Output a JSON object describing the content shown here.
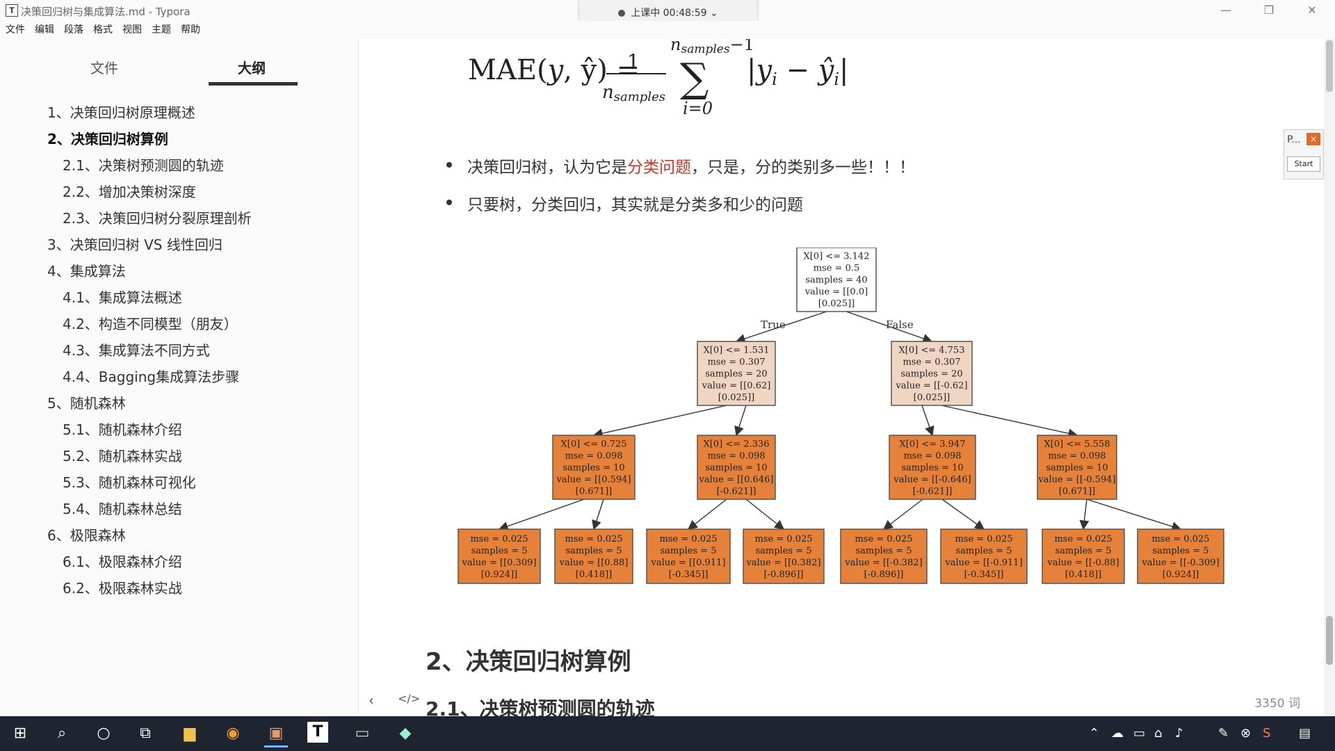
{
  "window": {
    "title": "决策回归树与集成算法.md - Typora",
    "app_icon": "T",
    "recording": "上课中 00:48:59"
  },
  "menu": [
    "文件",
    "编辑",
    "段落",
    "格式",
    "视图",
    "主题",
    "帮助"
  ],
  "sidebar": {
    "tabs": [
      {
        "label": "文件",
        "active": false
      },
      {
        "label": "大纲",
        "active": true
      }
    ],
    "outline": [
      {
        "label": "1、决策回归树原理概述",
        "level": 1,
        "bold": false
      },
      {
        "label": "2、决策回归树算例",
        "level": 1,
        "bold": true
      },
      {
        "label": "2.1、决策树预测圆的轨迹",
        "level": 2,
        "bold": false
      },
      {
        "label": "2.2、增加决策树深度",
        "level": 2,
        "bold": false
      },
      {
        "label": "2.3、决策回归树分裂原理剖析",
        "level": 2,
        "bold": false
      },
      {
        "label": "3、决策回归树 VS 线性回归",
        "level": 1,
        "bold": false
      },
      {
        "label": "4、集成算法",
        "level": 1,
        "bold": false
      },
      {
        "label": "4.1、集成算法概述",
        "level": 2,
        "bold": false
      },
      {
        "label": "4.2、构造不同模型（朋友）",
        "level": 2,
        "bold": false
      },
      {
        "label": "4.3、集成算法不同方式",
        "level": 2,
        "bold": false
      },
      {
        "label": "4.4、Bagging集成算法步骤",
        "level": 2,
        "bold": false
      },
      {
        "label": "5、随机森林",
        "level": 1,
        "bold": false
      },
      {
        "label": "5.1、随机森林介绍",
        "level": 2,
        "bold": false
      },
      {
        "label": "5.2、随机森林实战",
        "level": 2,
        "bold": false
      },
      {
        "label": "5.3、随机森林可视化",
        "level": 2,
        "bold": false
      },
      {
        "label": "5.4、随机森林总结",
        "level": 2,
        "bold": false
      },
      {
        "label": "6、极限森林",
        "level": 1,
        "bold": false
      },
      {
        "label": "6.1、极限森林介绍",
        "level": 2,
        "bold": false
      },
      {
        "label": "6.2、极限森林实战",
        "level": 2,
        "bold": false
      }
    ]
  },
  "formula": {
    "lhs": "MAE(𝑦, ŷ) =",
    "numerator": "1",
    "denominator": "n",
    "den_sub": "samples",
    "sum_top": "n",
    "sum_top_sub": "samples",
    "sum_top_tail": "−1",
    "sum_symbol": "∑",
    "sum_bottom": "i=0",
    "rhs": "|y",
    "rhs_sub": "i",
    "rhs_mid": " − ŷ",
    "rhs_sub2": "i",
    "rhs_end": "|"
  },
  "bullets": [
    {
      "pre": "决策回归树，认为它是",
      "highlight": "分类问题",
      "post": "，只是，分的类别多一些！！！"
    },
    {
      "pre": "只要树，分类回归，其实就是分类多和少的问题",
      "highlight": "",
      "post": ""
    }
  ],
  "tree": {
    "edge_labels": {
      "left": "True",
      "right": "False"
    },
    "colors": {
      "root": "#ffffff",
      "level1": "#f1d5c3",
      "leaf": "#e58139",
      "border": "#555555"
    },
    "nodes": [
      {
        "id": "root",
        "lines": [
          "X[0] <= 3.142",
          "mse = 0.5",
          "samples = 40",
          "value = [[0.0]",
          "[0.025]]"
        ]
      },
      {
        "id": "l",
        "lines": [
          "X[0] <= 1.531",
          "mse = 0.307",
          "samples = 20",
          "value = [[0.62]",
          "[0.025]]"
        ]
      },
      {
        "id": "r",
        "lines": [
          "X[0] <= 4.753",
          "mse = 0.307",
          "samples = 20",
          "value = [[-0.62]",
          "[0.025]]"
        ]
      },
      {
        "id": "ll",
        "lines": [
          "X[0] <= 0.725",
          "mse = 0.098",
          "samples = 10",
          "value = [[0.594]",
          "[0.671]]"
        ]
      },
      {
        "id": "lr",
        "lines": [
          "X[0] <= 2.336",
          "mse = 0.098",
          "samples = 10",
          "value = [[0.646]",
          "[-0.621]]"
        ]
      },
      {
        "id": "rl",
        "lines": [
          "X[0] <= 3.947",
          "mse = 0.098",
          "samples = 10",
          "value = [[-0.646]",
          "[-0.621]]"
        ]
      },
      {
        "id": "rr",
        "lines": [
          "X[0] <= 5.558",
          "mse = 0.098",
          "samples = 10",
          "value = [[-0.594]",
          "[0.671]]"
        ]
      },
      {
        "id": "a",
        "lines": [
          "mse = 0.025",
          "samples = 5",
          "value = [[0.309]",
          "[0.924]]"
        ]
      },
      {
        "id": "b",
        "lines": [
          "mse = 0.025",
          "samples = 5",
          "value = [[0.88]",
          "[0.418]]"
        ]
      },
      {
        "id": "c",
        "lines": [
          "mse = 0.025",
          "samples = 5",
          "value = [[0.911]",
          "[-0.345]]"
        ]
      },
      {
        "id": "d",
        "lines": [
          "mse = 0.025",
          "samples = 5",
          "value = [[0.382]",
          "[-0.896]]"
        ]
      },
      {
        "id": "e",
        "lines": [
          "mse = 0.025",
          "samples = 5",
          "value = [[-0.382]",
          "[-0.896]]"
        ]
      },
      {
        "id": "f",
        "lines": [
          "mse = 0.025",
          "samples = 5",
          "value = [[-0.911]",
          "[-0.345]]"
        ]
      },
      {
        "id": "g",
        "lines": [
          "mse = 0.025",
          "samples = 5",
          "value = [[-0.88]",
          "[0.418]]"
        ]
      },
      {
        "id": "h",
        "lines": [
          "mse = 0.025",
          "samples = 5",
          "value = [[-0.309]",
          "[0.924]]"
        ]
      }
    ],
    "edges": [
      [
        "root",
        "l"
      ],
      [
        "root",
        "r"
      ],
      [
        "l",
        "ll"
      ],
      [
        "l",
        "lr"
      ],
      [
        "r",
        "rl"
      ],
      [
        "r",
        "rr"
      ],
      [
        "ll",
        "a"
      ],
      [
        "ll",
        "b"
      ],
      [
        "lr",
        "c"
      ],
      [
        "lr",
        "d"
      ],
      [
        "rl",
        "e"
      ],
      [
        "rl",
        "f"
      ],
      [
        "rr",
        "g"
      ],
      [
        "rr",
        "h"
      ]
    ]
  },
  "headings": {
    "h2": "2、决策回归树算例",
    "h3": "2.1、决策树预测圆的轨迹"
  },
  "status": {
    "word_count": "3350 词",
    "back_icon": "chevron-left-icon",
    "source_icon": "code-icon"
  },
  "widget": {
    "title": "P...",
    "close": "×",
    "start": "Start"
  },
  "taskbar": {
    "icons": [
      "windows-start-icon",
      "search-icon",
      "cortana-icon",
      "task-view-icon",
      "file-explorer-icon",
      "chrome-icon",
      "media-app-icon",
      "typora-icon",
      "terminal-icon",
      "app-icon"
    ]
  }
}
